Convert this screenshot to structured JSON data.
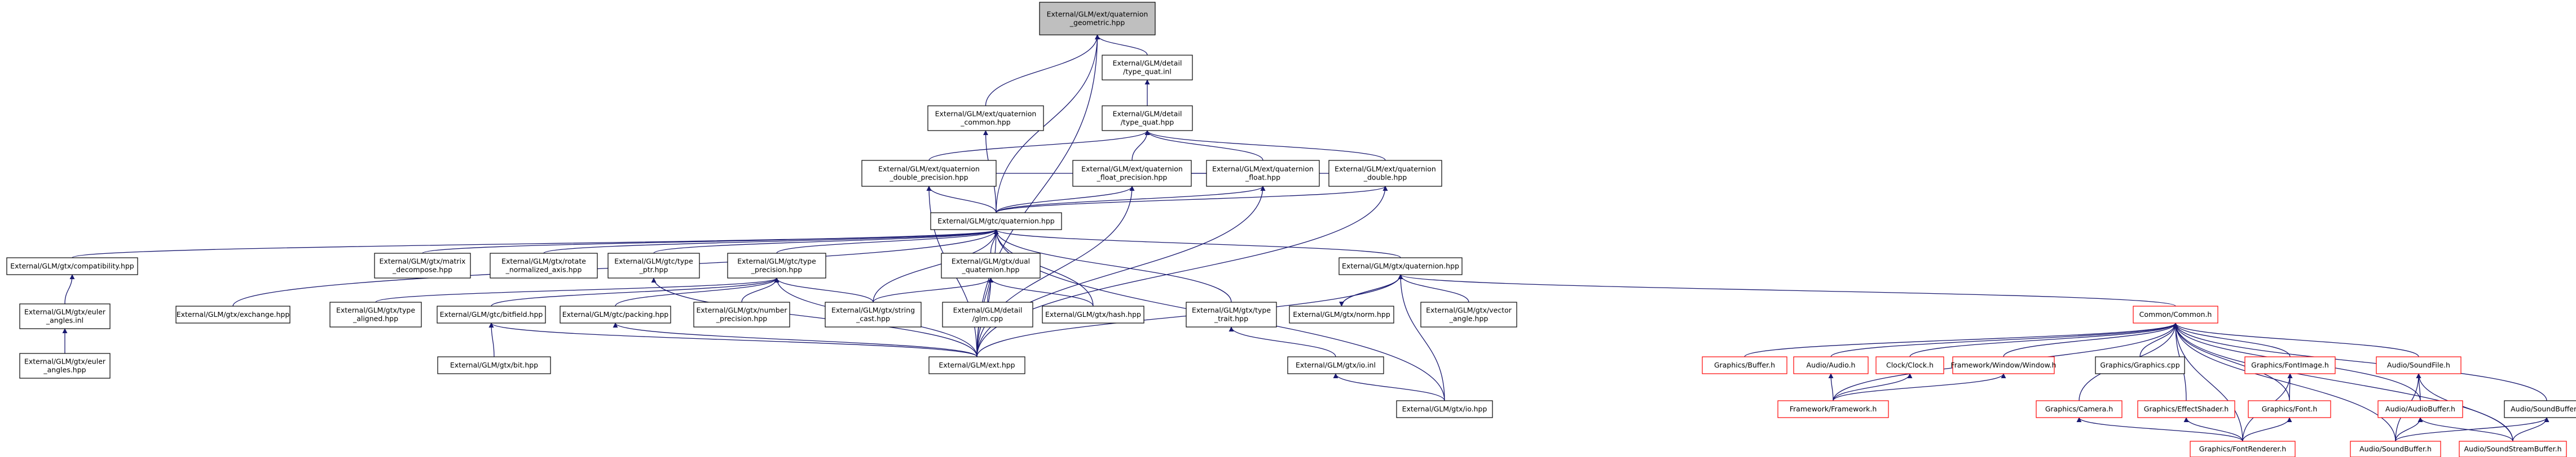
{
  "title": "Include dependency graph",
  "colors": {
    "edge": "#191970",
    "arrow": "#191970",
    "node_border_black": "#000000",
    "node_border_red": "#ff0000",
    "node_fill": "#ffffff",
    "focus_fill": "#bfbfbf",
    "text": "#000000"
  },
  "nodes": [
    {
      "id": "qgeo",
      "lines": [
        "External/GLM/ext/quaternion",
        "_geometric.hpp"
      ],
      "style": "focus"
    },
    {
      "id": "tqinl",
      "lines": [
        "External/GLM/detail",
        "/type_quat.inl"
      ],
      "style": "normal"
    },
    {
      "id": "qcommon",
      "lines": [
        "External/GLM/ext/quaternion",
        "_common.hpp"
      ],
      "style": "normal"
    },
    {
      "id": "tqhpp",
      "lines": [
        "External/GLM/detail",
        "/type_quat.hpp"
      ],
      "style": "normal"
    },
    {
      "id": "qdp",
      "lines": [
        "External/GLM/ext/quaternion",
        "_double_precision.hpp"
      ],
      "style": "normal"
    },
    {
      "id": "qfp",
      "lines": [
        "External/GLM/ext/quaternion",
        "_float_precision.hpp"
      ],
      "style": "normal"
    },
    {
      "id": "qfloat",
      "lines": [
        "External/GLM/ext/quaternion",
        "_float.hpp"
      ],
      "style": "normal"
    },
    {
      "id": "qdouble",
      "lines": [
        "External/GLM/ext/quaternion",
        "_double.hpp"
      ],
      "style": "normal"
    },
    {
      "id": "gtxq",
      "lines": [
        "External/GLM/gtc/quaternion.hpp"
      ],
      "style": "normal"
    },
    {
      "id": "compat",
      "lines": [
        "External/GLM/gtx/compatibility.hpp"
      ],
      "style": "normal"
    },
    {
      "id": "euler_inl",
      "lines": [
        "External/GLM/gtx/euler",
        "_angles.inl"
      ],
      "style": "normal"
    },
    {
      "id": "euler_hpp",
      "lines": [
        "External/GLM/gtx/euler",
        "_angles.hpp"
      ],
      "style": "normal"
    },
    {
      "id": "matdec",
      "lines": [
        "External/GLM/gtx/matrix",
        "_decompose.hpp"
      ],
      "style": "normal"
    },
    {
      "id": "rotnorm",
      "lines": [
        "External/GLM/gtx/rotate",
        "_normalized_axis.hpp"
      ],
      "style": "normal"
    },
    {
      "id": "typeptr",
      "lines": [
        "External/GLM/gtc/type",
        "_ptr.hpp"
      ],
      "style": "normal"
    },
    {
      "id": "typeprec",
      "lines": [
        "External/GLM/gtc/type",
        "_precision.hpp"
      ],
      "style": "normal"
    },
    {
      "id": "dualq",
      "lines": [
        "External/GLM/gtx/dual",
        "_quaternion.hpp"
      ],
      "style": "normal"
    },
    {
      "id": "gtxq2",
      "lines": [
        "External/GLM/gtx/quaternion.hpp"
      ],
      "style": "normal"
    },
    {
      "id": "exch",
      "lines": [
        "External/GLM/gtx/exchange.hpp"
      ],
      "style": "normal"
    },
    {
      "id": "typeal",
      "lines": [
        "External/GLM/gtx/type",
        "_aligned.hpp"
      ],
      "style": "normal"
    },
    {
      "id": "bitfield",
      "lines": [
        "External/GLM/gtc/bitfield.hpp"
      ],
      "style": "normal"
    },
    {
      "id": "packing",
      "lines": [
        "External/GLM/gtc/packing.hpp"
      ],
      "style": "normal"
    },
    {
      "id": "numprec",
      "lines": [
        "External/GLM/gtx/number",
        "_precision.hpp"
      ],
      "style": "normal"
    },
    {
      "id": "strcast",
      "lines": [
        "External/GLM/gtx/string",
        "_cast.hpp"
      ],
      "style": "normal"
    },
    {
      "id": "glmcpp",
      "lines": [
        "External/GLM/detail",
        "/glm.cpp"
      ],
      "style": "normal"
    },
    {
      "id": "hash",
      "lines": [
        "External/GLM/gtx/hash.hpp"
      ],
      "style": "normal"
    },
    {
      "id": "typetrait",
      "lines": [
        "External/GLM/gtx/type",
        "_trait.hpp"
      ],
      "style": "normal"
    },
    {
      "id": "norm",
      "lines": [
        "External/GLM/gtx/norm.hpp"
      ],
      "style": "normal"
    },
    {
      "id": "vecangle",
      "lines": [
        "External/GLM/gtx/vector",
        "_angle.hpp"
      ],
      "style": "normal"
    },
    {
      "id": "bit",
      "lines": [
        "External/GLM/gtx/bit.hpp"
      ],
      "style": "normal"
    },
    {
      "id": "ext",
      "lines": [
        "External/GLM/ext.hpp"
      ],
      "style": "normal"
    },
    {
      "id": "ioinl",
      "lines": [
        "External/GLM/gtx/io.inl"
      ],
      "style": "normal"
    },
    {
      "id": "iohpp",
      "lines": [
        "External/GLM/gtx/io.hpp"
      ],
      "style": "normal"
    },
    {
      "id": "common",
      "lines": [
        "Common/Common.h"
      ],
      "style": "red"
    },
    {
      "id": "gbuffer",
      "lines": [
        "Graphics/Buffer.h"
      ],
      "style": "red"
    },
    {
      "id": "audioh",
      "lines": [
        "Audio/Audio.h"
      ],
      "style": "red"
    },
    {
      "id": "clock",
      "lines": [
        "Clock/Clock.h"
      ],
      "style": "red"
    },
    {
      "id": "window",
      "lines": [
        "Framework/Window/Window.h"
      ],
      "style": "red"
    },
    {
      "id": "graphicscpp",
      "lines": [
        "Graphics/Graphics.cpp"
      ],
      "style": "normal"
    },
    {
      "id": "fontimg",
      "lines": [
        "Graphics/FontImage.h"
      ],
      "style": "red"
    },
    {
      "id": "soundfile",
      "lines": [
        "Audio/SoundFile.h"
      ],
      "style": "red"
    },
    {
      "id": "framework",
      "lines": [
        "Framework/Framework.h"
      ],
      "style": "red"
    },
    {
      "id": "camera",
      "lines": [
        "Graphics/Camera.h"
      ],
      "style": "red"
    },
    {
      "id": "effect",
      "lines": [
        "Graphics/EffectShader.h"
      ],
      "style": "red"
    },
    {
      "id": "font",
      "lines": [
        "Graphics/Font.h"
      ],
      "style": "red"
    },
    {
      "id": "audiobuf",
      "lines": [
        "Audio/AudioBuffer.h"
      ],
      "style": "red"
    },
    {
      "id": "soundbuf",
      "lines": [
        "Audio/SoundBuffer.h"
      ],
      "style": "normal"
    },
    {
      "id": "fontrend",
      "lines": [
        "Graphics/FontRenderer.h"
      ],
      "style": "red"
    },
    {
      "id": "soundbuf2",
      "lines": [
        "Audio/SoundBuffer.h"
      ],
      "style": "red"
    },
    {
      "id": "soundstream",
      "lines": [
        "Audio/SoundStreamBuffer.h"
      ],
      "style": "red"
    }
  ],
  "edges": [
    [
      "qgeo",
      "tqinl"
    ],
    [
      "qgeo",
      "qcommon"
    ],
    [
      "qgeo",
      "gtxq"
    ],
    [
      "qgeo",
      "ext"
    ],
    [
      "tqinl",
      "tqhpp"
    ],
    [
      "qcommon",
      "gtxq"
    ],
    [
      "tqhpp",
      "qdp"
    ],
    [
      "tqhpp",
      "qfp"
    ],
    [
      "tqhpp",
      "qfloat"
    ],
    [
      "tqhpp",
      "qdouble"
    ],
    [
      "qdp",
      "gtxq"
    ],
    [
      "qdp",
      "ext"
    ],
    [
      "qfp",
      "gtxq"
    ],
    [
      "qfp",
      "ext"
    ],
    [
      "qfloat",
      "qfp"
    ],
    [
      "qfloat",
      "gtxq"
    ],
    [
      "qfloat",
      "ext"
    ],
    [
      "qdouble",
      "qdp"
    ],
    [
      "qdouble",
      "gtxq"
    ],
    [
      "qdouble",
      "ext"
    ],
    [
      "gtxq",
      "compat"
    ],
    [
      "gtxq",
      "matdec"
    ],
    [
      "gtxq",
      "rotnorm"
    ],
    [
      "gtxq",
      "typeptr"
    ],
    [
      "gtxq",
      "typeprec"
    ],
    [
      "gtxq",
      "dualq"
    ],
    [
      "gtxq",
      "gtxq2"
    ],
    [
      "gtxq",
      "exch"
    ],
    [
      "gtxq",
      "strcast"
    ],
    [
      "gtxq",
      "hash"
    ],
    [
      "gtxq",
      "typetrait"
    ],
    [
      "gtxq",
      "ext"
    ],
    [
      "gtxq",
      "iohpp"
    ],
    [
      "compat",
      "euler_inl"
    ],
    [
      "euler_inl",
      "euler_hpp"
    ],
    [
      "typeptr",
      "ext"
    ],
    [
      "typeprec",
      "typeal"
    ],
    [
      "typeprec",
      "bitfield"
    ],
    [
      "typeprec",
      "packing"
    ],
    [
      "typeprec",
      "numprec"
    ],
    [
      "typeprec",
      "strcast"
    ],
    [
      "typeprec",
      "ext"
    ],
    [
      "bitfield",
      "bit"
    ],
    [
      "bitfield",
      "ext"
    ],
    [
      "packing",
      "ext"
    ],
    [
      "dualq",
      "strcast"
    ],
    [
      "dualq",
      "glmcpp"
    ],
    [
      "dualq",
      "hash"
    ],
    [
      "dualq",
      "ext"
    ],
    [
      "gtxq2",
      "norm"
    ],
    [
      "gtxq2",
      "vecangle"
    ],
    [
      "gtxq2",
      "common"
    ],
    [
      "gtxq2",
      "ext"
    ],
    [
      "gtxq2",
      "iohpp"
    ],
    [
      "norm",
      "gtxq2"
    ],
    [
      "typetrait",
      "ioinl"
    ],
    [
      "ioinl",
      "iohpp"
    ],
    [
      "common",
      "gbuffer"
    ],
    [
      "common",
      "audioh"
    ],
    [
      "common",
      "clock"
    ],
    [
      "common",
      "window"
    ],
    [
      "common",
      "framework"
    ],
    [
      "common",
      "graphicscpp"
    ],
    [
      "common",
      "fontimg"
    ],
    [
      "common",
      "camera"
    ],
    [
      "common",
      "effect"
    ],
    [
      "common",
      "font"
    ],
    [
      "common",
      "fontrend"
    ],
    [
      "common",
      "soundfile"
    ],
    [
      "common",
      "audiobuf"
    ],
    [
      "common",
      "soundbuf"
    ],
    [
      "common",
      "soundbuf2"
    ],
    [
      "common",
      "soundstream"
    ],
    [
      "audioh",
      "framework"
    ],
    [
      "clock",
      "framework"
    ],
    [
      "window",
      "framework"
    ],
    [
      "fontimg",
      "font"
    ],
    [
      "fontimg",
      "fontrend"
    ],
    [
      "font",
      "fontrend"
    ],
    [
      "camera",
      "fontrend"
    ],
    [
      "effect",
      "fontrend"
    ],
    [
      "soundfile",
      "audiobuf"
    ],
    [
      "soundfile",
      "soundbuf2"
    ],
    [
      "soundfile",
      "soundstream"
    ],
    [
      "audiobuf",
      "soundbuf2"
    ],
    [
      "audiobuf",
      "soundstream"
    ],
    [
      "soundbuf",
      "soundbuf2"
    ],
    [
      "soundbuf",
      "soundstream"
    ]
  ]
}
